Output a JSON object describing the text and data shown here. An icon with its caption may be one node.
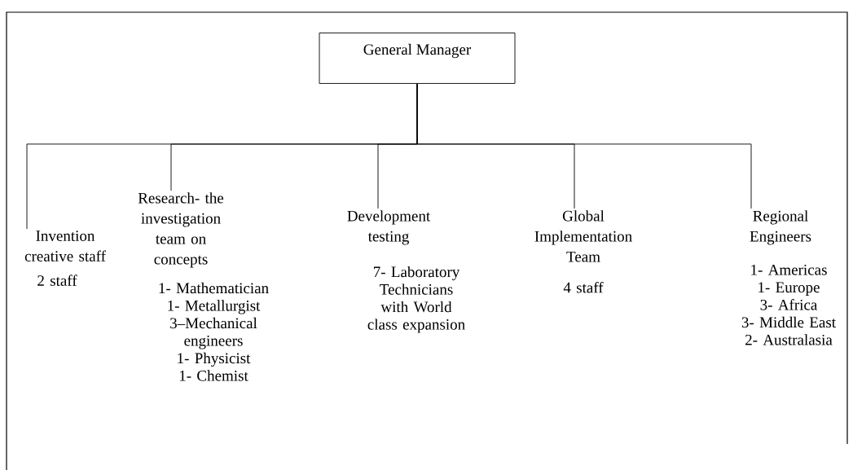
{
  "diagram": {
    "nodes": [
      {
        "text": [
          "General Manager"
        ]
      },
      {
        "text": [
          "Invention creative staff"
        ],
        "beside": [
          "2 staff"
        ]
      },
      {
        "text": [
          "Research- the investigation team on concepts"
        ],
        "beside": [
          "1- Mathematician",
          "1- Metallurgist",
          "3–Mechanical engineers",
          "1- Physicist",
          "1- Chemist"
        ]
      },
      {
        "text": [
          "Development testing"
        ],
        "beside": [
          "7- Laboratory Technicians with World class expansion"
        ]
      },
      {
        "text": [
          "Global Implementation Team"
        ],
        "beside": [
          "4 staff"
        ]
      },
      {
        "text": [
          "Regional Engineers"
        ],
        "beside": [
          "1- Americas",
          "1- Europe",
          "3- Africa",
          "3- Middle East",
          "2- Australasia"
        ]
      }
    ],
    "edges": [
      {
        "from": 0,
        "to": 1,
        "arrow": "none"
      },
      {
        "from": 0,
        "to": 2,
        "arrow": "none"
      },
      {
        "from": 0,
        "to": 3,
        "arrow": "none"
      },
      {
        "from": 0,
        "to": 4,
        "arrow": "none"
      },
      {
        "from": 0,
        "to": 5,
        "arrow": "none"
      }
    ]
  }
}
